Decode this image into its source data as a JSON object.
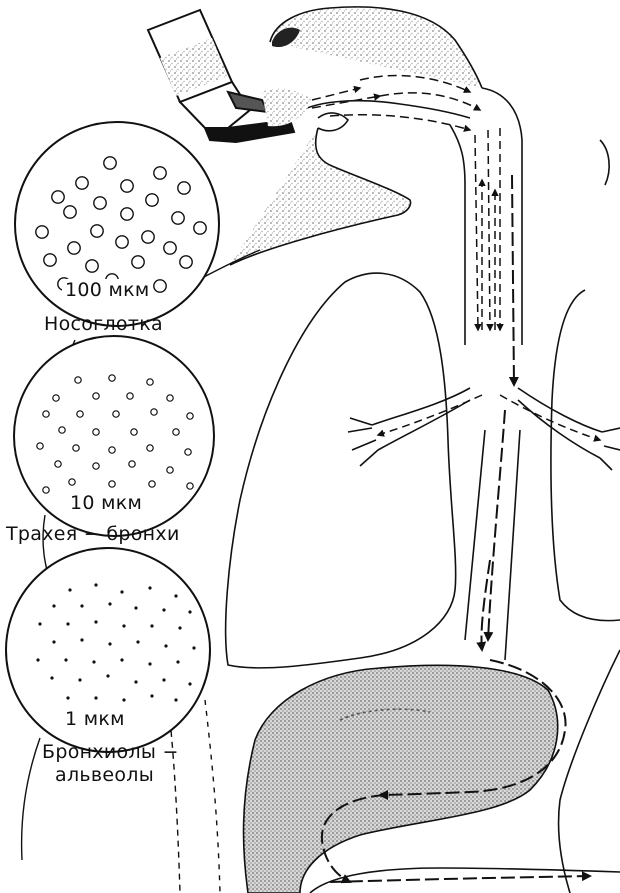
{
  "panels": [
    {
      "size": "100 мкм",
      "region": "Носоглотка"
    },
    {
      "size": "10 мкм",
      "region": "Трахея − бронхи"
    },
    {
      "size": "1 мкм",
      "region_line1": "Бронхиолы −",
      "region_line2": "альвеолы"
    }
  ],
  "colors": {
    "ink": "#111111",
    "stipple": "#9a9a9a",
    "background": "#ffffff"
  }
}
